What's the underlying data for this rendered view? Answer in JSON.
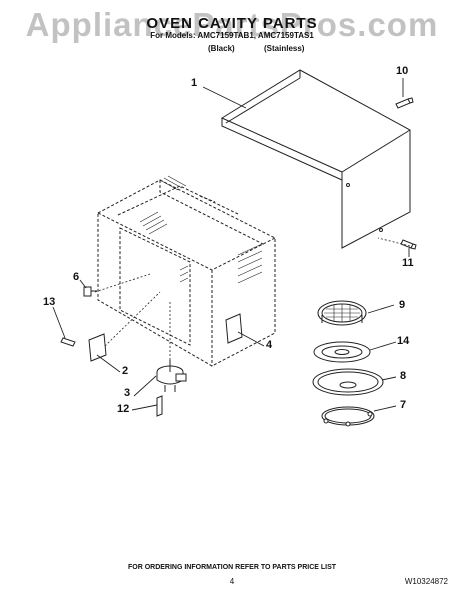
{
  "watermark": "AppliancePartsPros.com",
  "header": {
    "title": "OVEN CAVITY PARTS",
    "models": "For Models: AMC7159TAB1, AMC7159TAS1",
    "finish_black": "(Black)",
    "finish_stainless": "(Stainless)"
  },
  "callouts": [
    "1",
    "10",
    "11",
    "9",
    "14",
    "8",
    "7",
    "6",
    "13",
    "2",
    "3",
    "4",
    "12"
  ],
  "footer": {
    "note": "FOR ORDERING INFORMATION REFER TO PARTS PRICE LIST",
    "page_number": "4",
    "doc_number": "W10324872"
  }
}
